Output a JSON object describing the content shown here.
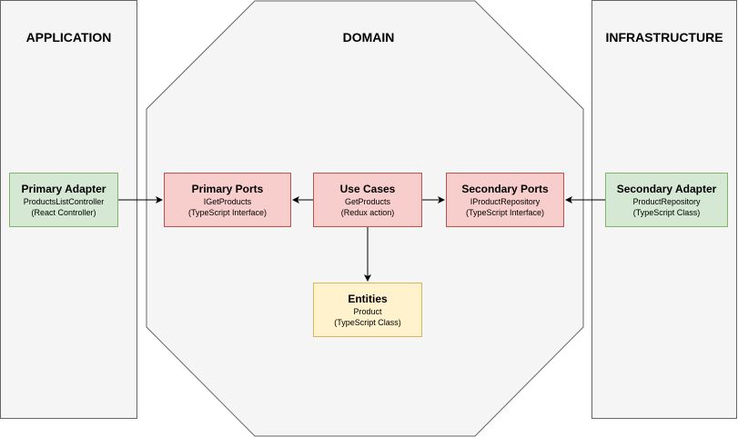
{
  "regions": {
    "application": "APPLICATION",
    "domain": "DOMAIN",
    "infrastructure": "INFRASTRUCTURE"
  },
  "boxes": {
    "primary_adapter": {
      "title": "Primary Adapter",
      "line1": "ProductsListController",
      "line2": "(React Controller)"
    },
    "primary_ports": {
      "title": "Primary Ports",
      "line1": "IGetProducts",
      "line2": "(TypeScript Interface)"
    },
    "use_cases": {
      "title": "Use Cases",
      "line1": "GetProducts",
      "line2": "(Redux action)"
    },
    "secondary_ports": {
      "title": "Secondary Ports",
      "line1": "IProductRepository",
      "line2": "(TypeScript Interface)"
    },
    "secondary_adapter": {
      "title": "Secondary Adapter",
      "line1": "ProductRepository",
      "line2": "(TypeScript Class)"
    },
    "entities": {
      "title": "Entities",
      "line1": "Product",
      "line2": "(TypeScript Class)"
    }
  },
  "colors": {
    "panel_fill": "#f5f5f5",
    "green_fill": "#d5e8d4",
    "red_fill": "#f8cecc",
    "yellow_fill": "#fff2cc"
  }
}
